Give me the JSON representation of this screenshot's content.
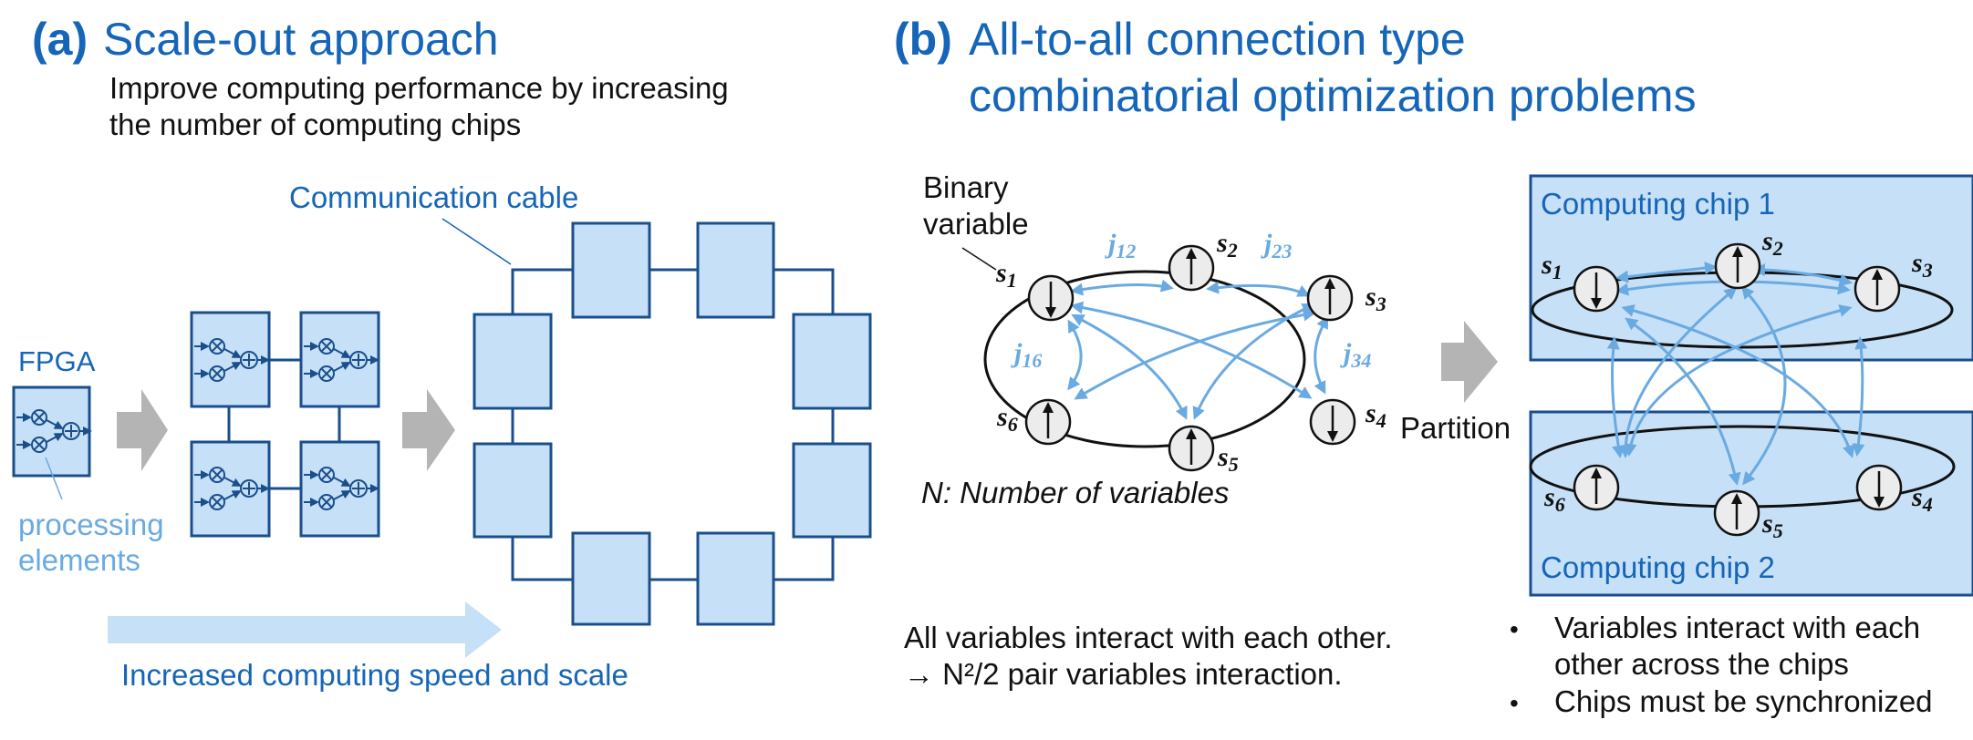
{
  "panel_a": {
    "tag": "(a)",
    "title": "Scale-out approach",
    "subtitle_line1": "Improve computing performance by increasing",
    "subtitle_line2": "the number of computing chips",
    "fpga_label": "FPGA",
    "pe_label_line1": "processing",
    "pe_label_line2": "elements",
    "cable_label": "Communication cable",
    "speed_label": "Increased computing speed and scale"
  },
  "panel_b": {
    "tag": "(b)",
    "title_line1": "All-to-all connection type",
    "title_line2": "combinatorial optimization problems",
    "binary_line1": "Binary",
    "binary_line2": "variable",
    "spins": [
      "s1",
      "s2",
      "s3",
      "s4",
      "s5",
      "s6"
    ],
    "spin_states": {
      "s1": "down",
      "s2": "up",
      "s3": "up",
      "s4": "down",
      "s5": "up",
      "s6": "up"
    },
    "couplings": [
      "j12",
      "j23",
      "j34",
      "j16"
    ],
    "n_label": "N: Number of variables",
    "partition_label": "Partition",
    "chip1_label": "Computing chip 1",
    "chip2_label": "Computing chip 2",
    "note_line1": "All variables interact with each other.",
    "note_line2": "→ N²/2 pair variables interaction.",
    "bullets": [
      "Variables interact with each",
      "other across the chips",
      "Chips must be synchronized"
    ]
  }
}
